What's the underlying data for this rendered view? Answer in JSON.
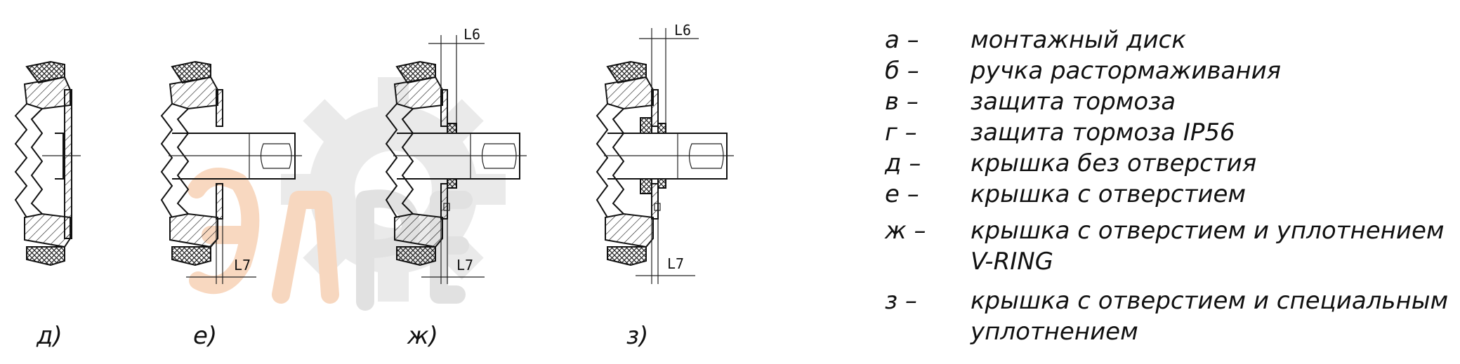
{
  "colors": {
    "line": "#111111",
    "watermark_orange": "#f2b88c",
    "watermark_gray": "#d9d9d9"
  },
  "watermark": {
    "text": "ЭЛРЕ"
  },
  "figures": [
    {
      "caption": "д)"
    },
    {
      "caption": "е)",
      "dim_bottom": "L7"
    },
    {
      "caption": "ж)",
      "dim_top": "L6",
      "dim_bottom": "L7"
    },
    {
      "caption": "з)",
      "dim_top": "L6",
      "dim_bottom": "L7"
    }
  ],
  "legend": [
    {
      "letter": "а –",
      "lines": [
        "монтажный диск"
      ]
    },
    {
      "letter": "б –",
      "lines": [
        "ручка растормаживания"
      ]
    },
    {
      "letter": "в –",
      "lines": [
        "защита тормоза"
      ]
    },
    {
      "letter": "г –",
      "lines": [
        "защита тормоза IP56"
      ]
    },
    {
      "letter": "д –",
      "lines": [
        "крышка без отверстия"
      ]
    },
    {
      "letter": "е –",
      "lines": [
        "крышка с отверстием"
      ]
    },
    {
      "letter": "ж –",
      "lines": [
        "крышка с отверстием и уплотнением",
        "V-RING"
      ]
    },
    {
      "letter": "з –",
      "lines": [
        "крышка с отверстием и специальным",
        "уплотнением"
      ]
    }
  ]
}
